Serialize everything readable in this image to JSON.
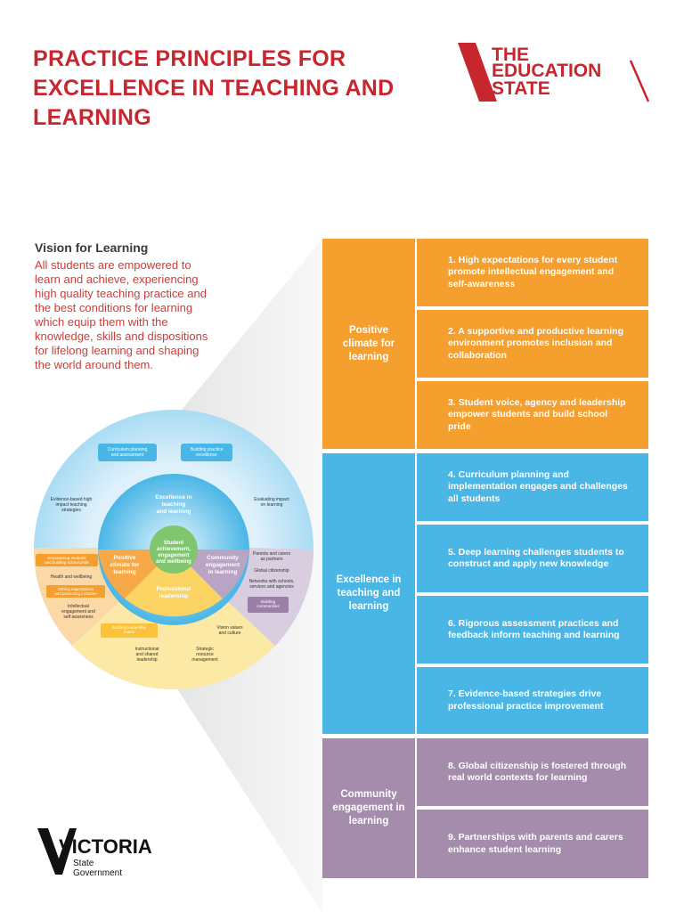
{
  "header": {
    "title": "PRACTICE PRINCIPLES FOR EXCELLENCE IN TEACHING AND LEARNING",
    "logo_line1": "THE",
    "logo_line2": "EDUCATION",
    "logo_line3": "STATE"
  },
  "vision": {
    "heading": "Vision for Learning",
    "text": "All students are empowered to learn and achieve, experiencing high quality teaching practice and the best conditions for learning which equip them with the knowledge, skills and dispositions for lifelong learning and shaping the world around them."
  },
  "wheel": {
    "center": "Student achievement, engagement and wellbeing",
    "excellence": "Excellence in teaching and learning",
    "positive": "Positive climate for learning",
    "community": "Community engagement in learning",
    "professional": "Professional leadership",
    "outer_top_left": "Curriculum planning and assessment",
    "outer_top_right": "Building practice excellence",
    "outer_left": "Evidence-based high impact teaching strategies",
    "outer_right": "Evaluating impact on learning",
    "ring_left_1": "Empowering students and building school pride",
    "ring_left_2": "Health and wellbeing",
    "ring_left_3": "Setting expectations and promoting inclusion",
    "ring_left_4": "Intellectual engagement and self awareness",
    "ring_right_1": "Parents and carers as partners",
    "ring_right_2": "Global citizenship",
    "ring_right_3": "Networks with schools, services and agencies",
    "ring_right_4": "Building communities",
    "bottom_1": "Building leadership teams",
    "bottom_2": "Instructional and shared leadership",
    "bottom_3": "Strategic resource management",
    "bottom_4": "Vision values and culture"
  },
  "colors": {
    "red": "#c8262f",
    "orange": "#f59f2f",
    "blue": "#4ab6e6",
    "purple": "#a58cad",
    "yellow": "#fbd463"
  },
  "principles": {
    "groups": [
      {
        "label": "Positive climate for learning"
      },
      {
        "label": "Excellence in teaching and learning"
      },
      {
        "label": "Community engagement in learning"
      }
    ],
    "items": [
      "1. High expectations for every student promote intellectual engagement and self-awareness",
      "2. A supportive and productive learning environment promotes inclusion and collaboration",
      "3. Student voice, agency and leadership empower students and build school pride",
      "4. Curriculum planning and implementation engages and challenges all students",
      "5. Deep learning challenges students to construct and apply new knowledge",
      "6. Rigorous assessment practices and feedback inform teaching and learning",
      "7. Evidence-based strategies drive professional practice improvement",
      "8. Global citizenship is fostered through real world contexts for learning",
      "9. Partnerships with parents and carers enhance student learning"
    ]
  },
  "footer": {
    "logo_name": "VICTORIA",
    "logo_sub1": "State",
    "logo_sub2": "Government"
  }
}
